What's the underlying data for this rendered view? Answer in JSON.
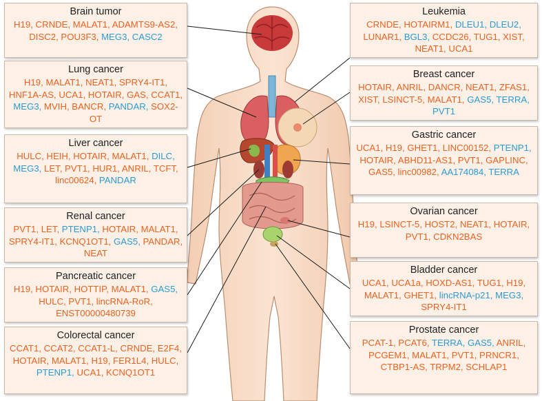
{
  "colors": {
    "upregulated": "#ee6220",
    "downregulated": "#2b9bd4",
    "box_bg": "#fdf0e6"
  },
  "cancers": [
    {
      "id": "brain",
      "title": "Brain tumor",
      "genes": [
        {
          "t": "H19",
          "c": "o"
        },
        {
          "t": "CRNDE",
          "c": "o"
        },
        {
          "t": "MALAT1",
          "c": "o"
        },
        {
          "t": "ADAMTS9-AS2",
          "c": "o"
        },
        {
          "t": "DISC2",
          "c": "o"
        },
        {
          "t": "POU3F3",
          "c": "o"
        },
        {
          "t": "MEG3",
          "c": "b"
        },
        {
          "t": "CASC2",
          "c": "b"
        }
      ]
    },
    {
      "id": "lung",
      "title": "Lung cancer",
      "genes": [
        {
          "t": "H19",
          "c": "o"
        },
        {
          "t": "MALAT1",
          "c": "o"
        },
        {
          "t": "NEAT1",
          "c": "o"
        },
        {
          "t": "SPRY4-IT1",
          "c": "o"
        },
        {
          "t": "HNF1A-AS",
          "c": "o"
        },
        {
          "t": "UCA1",
          "c": "o"
        },
        {
          "t": "HOTAIR",
          "c": "o"
        },
        {
          "t": "GAS",
          "c": "o"
        },
        {
          "t": "CCAT1",
          "c": "o"
        },
        {
          "t": "MEG3",
          "c": "b"
        },
        {
          "t": "MVIH",
          "c": "o"
        },
        {
          "t": "BANCR",
          "c": "o"
        },
        {
          "t": "PANDAR",
          "c": "b"
        },
        {
          "t": "SOX2-OT",
          "c": "o"
        }
      ]
    },
    {
      "id": "liver",
      "title": "Liver cancer",
      "genes": [
        {
          "t": "HULC",
          "c": "o"
        },
        {
          "t": "HEIH",
          "c": "o"
        },
        {
          "t": "HOTAIR",
          "c": "o"
        },
        {
          "t": "MALAT1",
          "c": "o"
        },
        {
          "t": "DILC",
          "c": "b"
        },
        {
          "t": "MEG3",
          "c": "b"
        },
        {
          "t": "LET",
          "c": "o"
        },
        {
          "t": "PVT1",
          "c": "o"
        },
        {
          "t": "HUR1",
          "c": "o"
        },
        {
          "t": "ANRIL",
          "c": "o"
        },
        {
          "t": "TCFT",
          "c": "o"
        },
        {
          "t": "linc00624",
          "c": "o"
        },
        {
          "t": "PANDAR",
          "c": "b"
        }
      ]
    },
    {
      "id": "renal",
      "title": "Renal cancer",
      "genes": [
        {
          "t": "PVT1",
          "c": "o"
        },
        {
          "t": "LET",
          "c": "o"
        },
        {
          "t": "PTENP1",
          "c": "b"
        },
        {
          "t": "HOTAIR",
          "c": "o"
        },
        {
          "t": "MALAT1",
          "c": "o"
        },
        {
          "t": "SPRY4-IT1",
          "c": "o"
        },
        {
          "t": "KCNQ1OT1",
          "c": "o"
        },
        {
          "t": "GAS5",
          "c": "b"
        },
        {
          "t": "PANDAR",
          "c": "o"
        },
        {
          "t": "NEAT",
          "c": "o"
        }
      ]
    },
    {
      "id": "pancreatic",
      "title": "Pancreatic cancer",
      "genes": [
        {
          "t": "H19",
          "c": "o"
        },
        {
          "t": "HOTAIR",
          "c": "o"
        },
        {
          "t": "HOTTIP",
          "c": "o"
        },
        {
          "t": "MALAT1",
          "c": "o"
        },
        {
          "t": "GAS5",
          "c": "b"
        },
        {
          "t": "HULC",
          "c": "o"
        },
        {
          "t": "PVT1",
          "c": "o"
        },
        {
          "t": "lincRNA-RoR",
          "c": "o"
        },
        {
          "t": "ENST00000480739",
          "c": "o"
        }
      ]
    },
    {
      "id": "colorectal",
      "title": "Colorectal cancer",
      "genes": [
        {
          "t": "CCAT1",
          "c": "o"
        },
        {
          "t": "CCAT2",
          "c": "o"
        },
        {
          "t": "CCAT1-L",
          "c": "o"
        },
        {
          "t": "CRNDE",
          "c": "o"
        },
        {
          "t": "E2F4",
          "c": "o"
        },
        {
          "t": "HOTAIR",
          "c": "o"
        },
        {
          "t": "MALAT1",
          "c": "o"
        },
        {
          "t": "H19",
          "c": "o"
        },
        {
          "t": "FER1L4",
          "c": "o"
        },
        {
          "t": "HULC",
          "c": "o"
        },
        {
          "t": "PTENP1",
          "c": "b"
        },
        {
          "t": "UCA1",
          "c": "o"
        },
        {
          "t": "KCNQ1OT1",
          "c": "o"
        }
      ]
    },
    {
      "id": "leukemia",
      "title": "Leukemia",
      "genes": [
        {
          "t": "CRNDE",
          "c": "o"
        },
        {
          "t": "HOTAIRM1",
          "c": "o"
        },
        {
          "t": "DLEU1",
          "c": "b"
        },
        {
          "t": "DLEU2",
          "c": "b"
        },
        {
          "t": "LUNAR1",
          "c": "o"
        },
        {
          "t": "BGL3",
          "c": "b"
        },
        {
          "t": "CCDC26",
          "c": "o"
        },
        {
          "t": "TUG1",
          "c": "o"
        },
        {
          "t": "XIST",
          "c": "o"
        },
        {
          "t": "NEAT1",
          "c": "o"
        },
        {
          "t": "UCA1",
          "c": "o"
        }
      ]
    },
    {
      "id": "breast",
      "title": "Breast cancer",
      "genes": [
        {
          "t": "HOTAIR",
          "c": "o"
        },
        {
          "t": "ANRIL",
          "c": "o"
        },
        {
          "t": "DANCR",
          "c": "o"
        },
        {
          "t": "NEAT1",
          "c": "o"
        },
        {
          "t": "ZFAS1",
          "c": "o"
        },
        {
          "t": "XIST",
          "c": "o"
        },
        {
          "t": "LSINCT-5",
          "c": "o"
        },
        {
          "t": "MALAT1",
          "c": "o"
        },
        {
          "t": "GAS5",
          "c": "b"
        },
        {
          "t": "TERRA",
          "c": "b"
        },
        {
          "t": "PVT1",
          "c": "b"
        }
      ]
    },
    {
      "id": "gastric",
      "title": "Gastric cancer",
      "genes": [
        {
          "t": "UCA1",
          "c": "o"
        },
        {
          "t": "H19",
          "c": "o"
        },
        {
          "t": "GHET1",
          "c": "o"
        },
        {
          "t": "LINC00152",
          "c": "o"
        },
        {
          "t": "PTENP1",
          "c": "b"
        },
        {
          "t": "HOTAIR",
          "c": "o"
        },
        {
          "t": "ABHD11-AS1",
          "c": "o"
        },
        {
          "t": "PVT1",
          "c": "o"
        },
        {
          "t": "GAPLINC",
          "c": "o"
        },
        {
          "t": "GAS5",
          "c": "o"
        },
        {
          "t": "linc00982",
          "c": "o"
        },
        {
          "t": "AA174084",
          "c": "b"
        },
        {
          "t": "TERRA",
          "c": "b"
        }
      ]
    },
    {
      "id": "ovarian",
      "title": "Ovarian cancer",
      "genes": [
        {
          "t": "H19",
          "c": "o"
        },
        {
          "t": "LSINCT-5",
          "c": "o"
        },
        {
          "t": "HOST2",
          "c": "o"
        },
        {
          "t": "NEAT1",
          "c": "o"
        },
        {
          "t": "HOTAIR",
          "c": "o"
        },
        {
          "t": "PVT1",
          "c": "o"
        },
        {
          "t": "CDKN2BAS",
          "c": "o"
        }
      ]
    },
    {
      "id": "bladder",
      "title": "Bladder cancer",
      "genes": [
        {
          "t": "UCA1",
          "c": "o"
        },
        {
          "t": "UCA1a",
          "c": "o"
        },
        {
          "t": "HOXD-AS1",
          "c": "o"
        },
        {
          "t": "TUG1",
          "c": "o"
        },
        {
          "t": "H19",
          "c": "o"
        },
        {
          "t": "MALAT1",
          "c": "o"
        },
        {
          "t": "GHET1",
          "c": "o"
        },
        {
          "t": "lincRNA-p21",
          "c": "b"
        },
        {
          "t": "MEG3",
          "c": "b"
        },
        {
          "t": "SPRY4-IT1",
          "c": "o"
        }
      ]
    },
    {
      "id": "prostate",
      "title": "Prostate cancer",
      "genes": [
        {
          "t": "PCAT-1",
          "c": "o"
        },
        {
          "t": "PCAT6",
          "c": "o"
        },
        {
          "t": "TERRA",
          "c": "b"
        },
        {
          "t": "GAS5",
          "c": "b"
        },
        {
          "t": "ANRIL",
          "c": "o"
        },
        {
          "t": "PCGEM1",
          "c": "o"
        },
        {
          "t": "MALAT1",
          "c": "o"
        },
        {
          "t": "PVT1",
          "c": "o"
        },
        {
          "t": "PRNCR1",
          "c": "o"
        },
        {
          "t": "CTBP1-AS",
          "c": "o"
        },
        {
          "t": "TRPM2",
          "c": "o"
        },
        {
          "t": "SCHLAP1",
          "c": "o"
        }
      ]
    }
  ]
}
